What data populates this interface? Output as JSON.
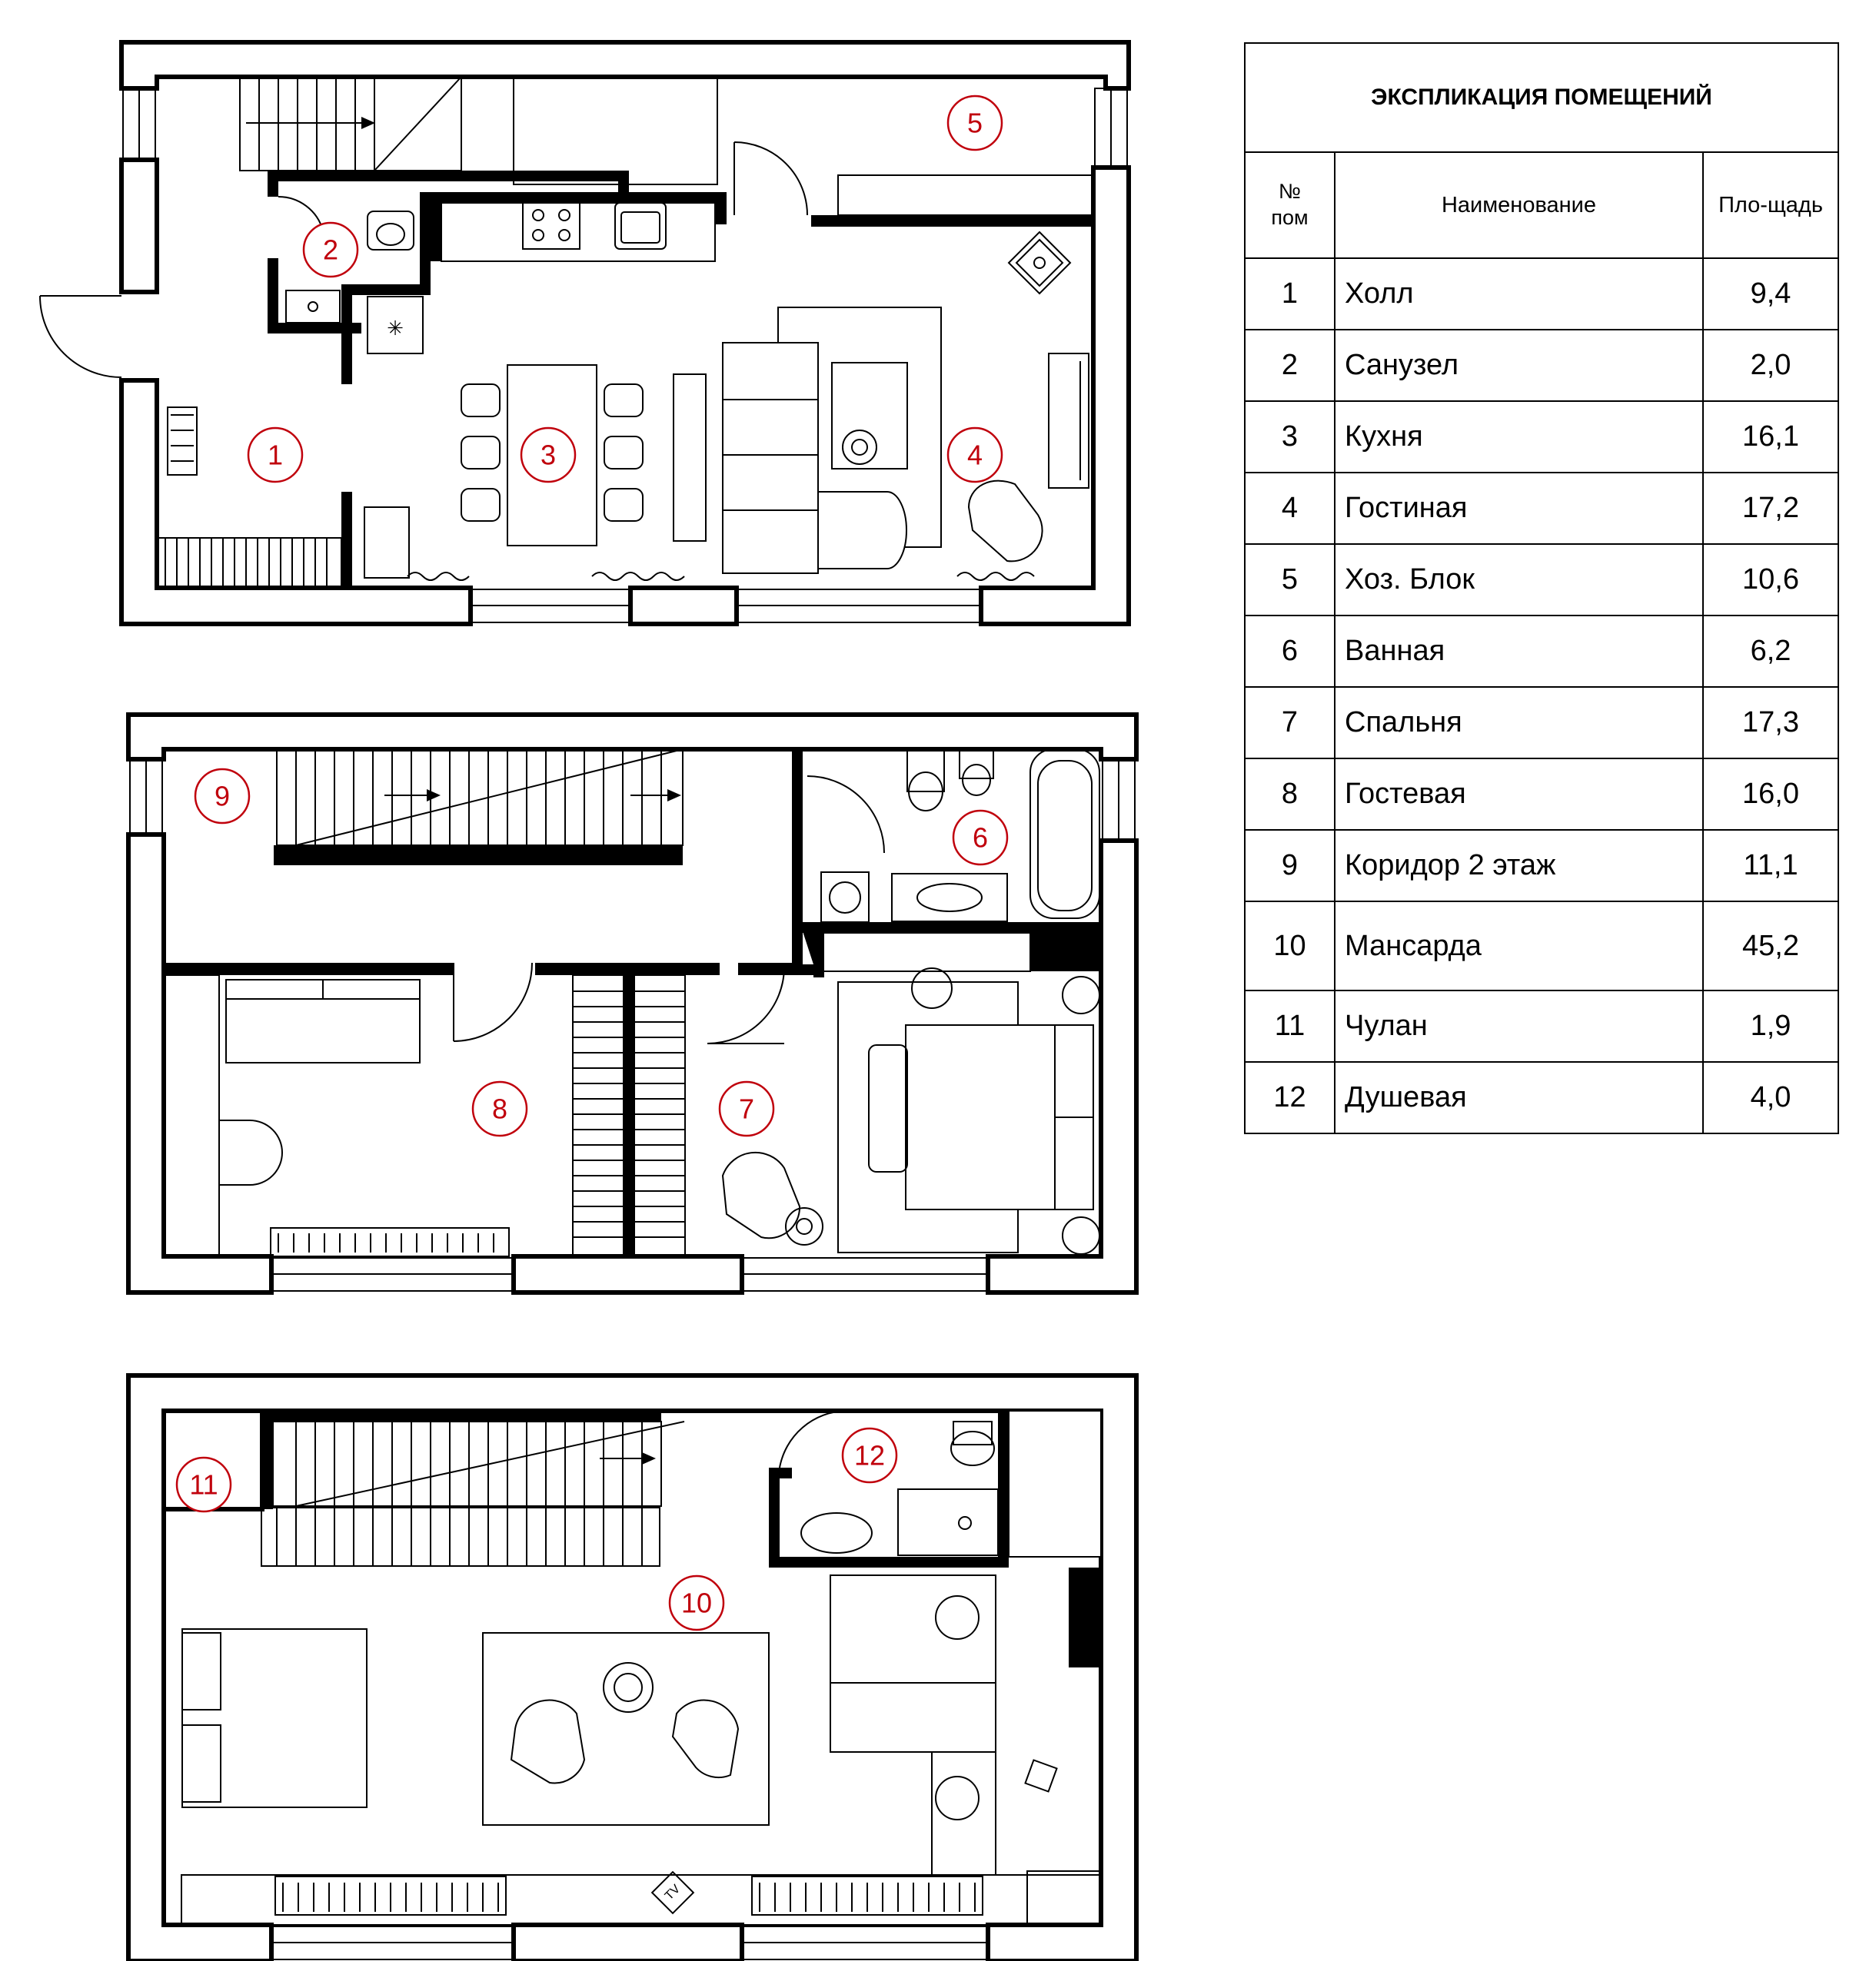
{
  "rooms": [
    {
      "num": "1",
      "name": "Холл",
      "area": "9,4"
    },
    {
      "num": "2",
      "name": "Санузел",
      "area": "2,0"
    },
    {
      "num": "3",
      "name": "Кухня",
      "area": "16,1"
    },
    {
      "num": "4",
      "name": "Гостиная",
      "area": "17,2"
    },
    {
      "num": "5",
      "name": "Хоз. Блок",
      "area": "10,6"
    },
    {
      "num": "6",
      "name": "Ванная",
      "area": "6,2"
    },
    {
      "num": "7",
      "name": "Спальня",
      "area": "17,3"
    },
    {
      "num": "8",
      "name": "Гостевая",
      "area": "16,0"
    },
    {
      "num": "9",
      "name": "Коридор 2 этаж",
      "area": "11,1"
    },
    {
      "num": "10",
      "name": "Мансарда",
      "area": "45,2"
    },
    {
      "num": "11",
      "name": "Чулан",
      "area": "1,9"
    },
    {
      "num": "12",
      "name": "Душевая",
      "area": "4,0"
    }
  ],
  "table": {
    "title": "ЭКСПЛИКАЦИЯ ПОМЕЩЕНИЙ",
    "col_num_line1": "№",
    "col_num_line2": "пом",
    "col_name": "Наименование",
    "col_area": "Пло-щадь"
  },
  "tv_label": "TV",
  "colors": {
    "room_marker": "#c0000c",
    "lines": "#000000",
    "background": "#ffffff"
  }
}
